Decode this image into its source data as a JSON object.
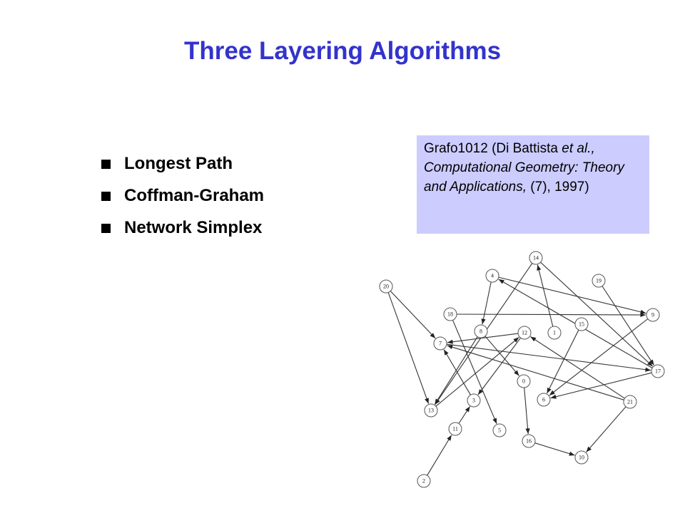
{
  "slide": {
    "title": "Three Layering Algorithms",
    "bullets": [
      "Longest Path",
      "Coffman-Graham",
      "Network Simplex"
    ]
  },
  "citation": {
    "part1": "Grafo1012 (Di Battista ",
    "part2": "et al., Computational Geometry: Theory and Applications,",
    "part3": " (7), 1997)",
    "background": "#ccccff"
  },
  "graph": {
    "nodes": [
      "20",
      "18",
      "7",
      "13",
      "3",
      "11",
      "2",
      "5",
      "8",
      "4",
      "14",
      "12",
      "1",
      "0",
      "16",
      "10",
      "15",
      "6",
      "19",
      "9",
      "17",
      "21"
    ],
    "edges": [
      [
        "20",
        "7"
      ],
      [
        "20",
        "13"
      ],
      [
        "18",
        "9"
      ],
      [
        "18",
        "5"
      ],
      [
        "7",
        "17"
      ],
      [
        "13",
        "12"
      ],
      [
        "3",
        "7"
      ],
      [
        "11",
        "3"
      ],
      [
        "2",
        "11"
      ],
      [
        "8",
        "13"
      ],
      [
        "8",
        "0"
      ],
      [
        "4",
        "8"
      ],
      [
        "4",
        "9"
      ],
      [
        "14",
        "17"
      ],
      [
        "12",
        "7"
      ],
      [
        "12",
        "3"
      ],
      [
        "1",
        "14"
      ],
      [
        "17",
        "4"
      ],
      [
        "19",
        "17"
      ],
      [
        "15",
        "6"
      ],
      [
        "9",
        "6"
      ],
      [
        "0",
        "16"
      ],
      [
        "16",
        "10"
      ],
      [
        "21",
        "12"
      ],
      [
        "21",
        "7"
      ],
      [
        "21",
        "10"
      ],
      [
        "17",
        "6"
      ],
      [
        "14",
        "13"
      ]
    ]
  }
}
